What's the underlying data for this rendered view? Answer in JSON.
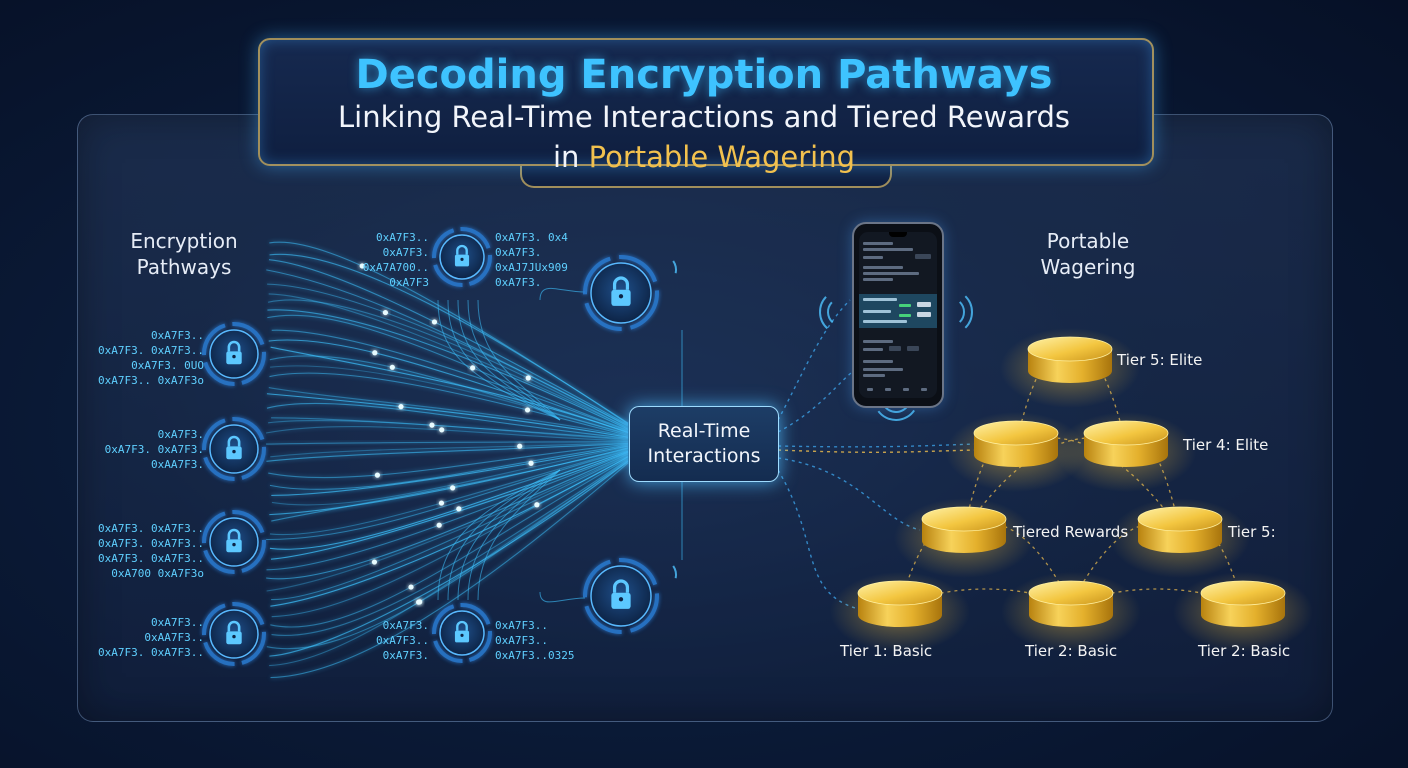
{
  "title": {
    "line1": "Decoding Encryption Pathways",
    "line2": "Linking Real-Time Interactions and Tiered Rewards",
    "line3_prefix": "in",
    "line3_highlight": "Portable Wagering"
  },
  "colors": {
    "accent_blue": "#3ec3ff",
    "gold": "#f2c14e",
    "node_ring": "#2f8fe0"
  },
  "left_section": {
    "label_line1": "Encryption",
    "label_line2": "Pathways"
  },
  "right_section": {
    "label_line1": "Portable",
    "label_line2": "Wagering"
  },
  "center": {
    "label_line1": "Real-Time",
    "label_line2": "Interactions"
  },
  "nodes": [
    {
      "name": "lock-node-left-1",
      "icon": "lock-icon",
      "hex": [
        "0xA7F3..",
        "0xA7F3. 0xA7F3..",
        "0xA7F3. 0UO",
        "0xA7F3.. 0xA7F3o"
      ]
    },
    {
      "name": "lock-node-left-2",
      "icon": "lock-icon",
      "hex": [
        "0xA7F3.",
        "0xA7F3. 0xA7F3.",
        "0xAA7F3."
      ]
    },
    {
      "name": "lock-node-left-3",
      "icon": "lock-icon",
      "hex": [
        "0xA7F3. 0xA7F3..",
        "0xA7F3. 0xA7F3..",
        "0xA7F3. 0xA7F3..",
        "0xA700 0xA7F3o"
      ]
    },
    {
      "name": "lock-node-left-4",
      "icon": "lock-icon",
      "hex": [
        "0xA7F3..",
        "0xAA7F3..",
        "0xA7F3. 0xA7F3.."
      ]
    },
    {
      "name": "lock-node-top",
      "icon": "lock-icon",
      "hex_left": [
        "0xA7F3..",
        "0xA7F3.",
        "0xA7A700..",
        "0xA7F3"
      ],
      "hex_right": [
        "0xA7F3. 0x4",
        "0xA7F3.",
        "0xAJ7JUx909",
        "0xA7F3."
      ]
    },
    {
      "name": "lock-node-bottom",
      "icon": "lock-icon",
      "hex_left": [
        "0xA7F3.",
        "0xA7F3..",
        "0xA7F3."
      ],
      "hex_right": [
        "0xA7F3..",
        "0xA7F3..",
        "0xA7F3..0325"
      ]
    },
    {
      "name": "lock-node-hub-top",
      "icon": "lock-icon"
    },
    {
      "name": "lock-node-hub-bottom",
      "icon": "lock-icon"
    }
  ],
  "tiers": [
    {
      "name": "coin-tier-5",
      "label": "Tier 5: Elite"
    },
    {
      "name": "coin-tier-4-left",
      "label": ""
    },
    {
      "name": "coin-tier-4-right",
      "label": "Tier 4: Elite"
    },
    {
      "name": "coin-tiered-rewards",
      "label": "Tiered Rewards"
    },
    {
      "name": "coin-tier-3-right",
      "label": "Tier 5:"
    },
    {
      "name": "coin-tier-1",
      "label": "Tier 1: Basic"
    },
    {
      "name": "coin-tier-2-mid",
      "label": "Tier 2: Basic"
    },
    {
      "name": "coin-tier-2-right",
      "label": "Tier 2: Basic"
    }
  ],
  "phone": {
    "icon": "smartphone-icon"
  }
}
